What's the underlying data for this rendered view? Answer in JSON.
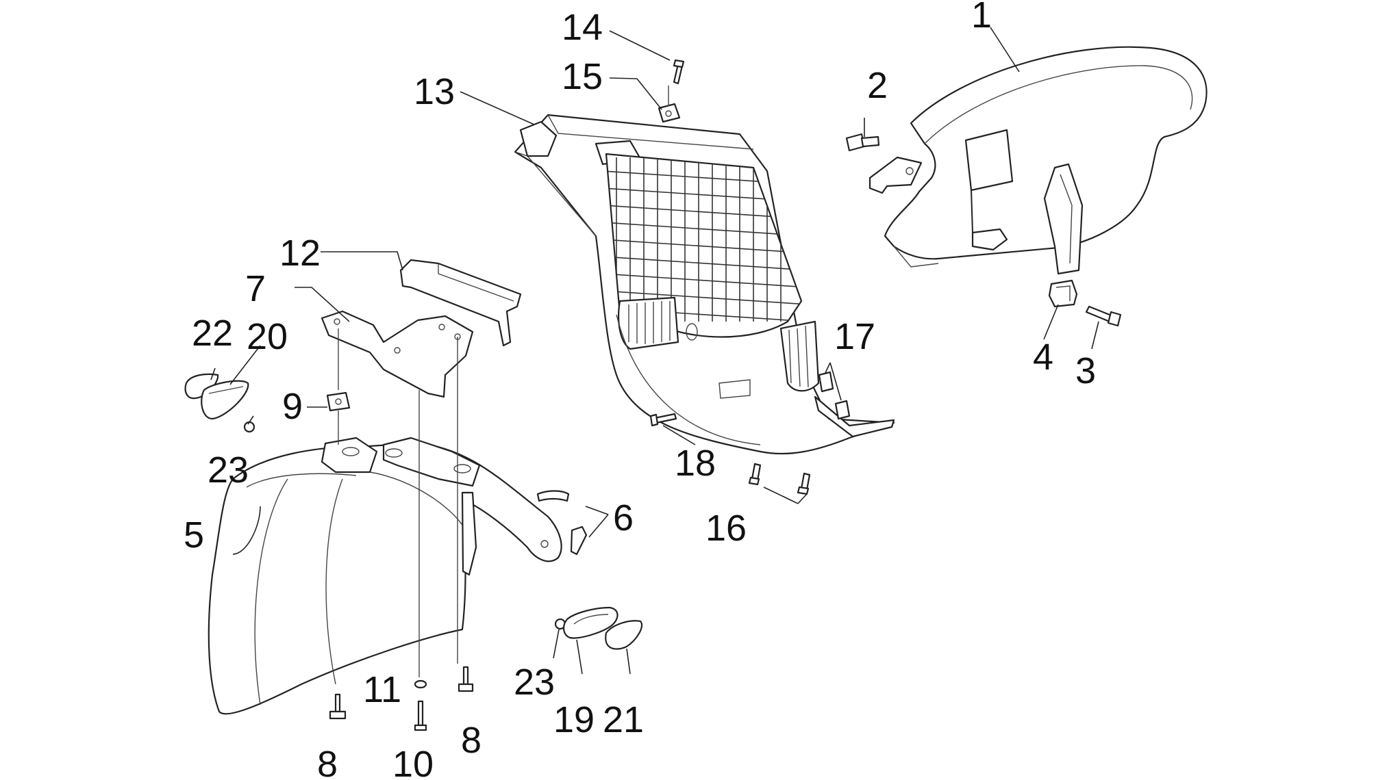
{
  "callouts": {
    "c1": "1",
    "c2": "2",
    "c3": "3",
    "c4": "4",
    "c5": "5",
    "c6": "6",
    "c7": "7",
    "c8a": "8",
    "c8b": "8",
    "c9": "9",
    "c10": "10",
    "c11": "11",
    "c12": "12",
    "c13": "13",
    "c14": "14",
    "c15": "15",
    "c16": "16",
    "c17": "17",
    "c18": "18",
    "c19": "19",
    "c20": "20",
    "c21": "21",
    "c22": "22",
    "c23a": "23",
    "c23b": "23"
  }
}
